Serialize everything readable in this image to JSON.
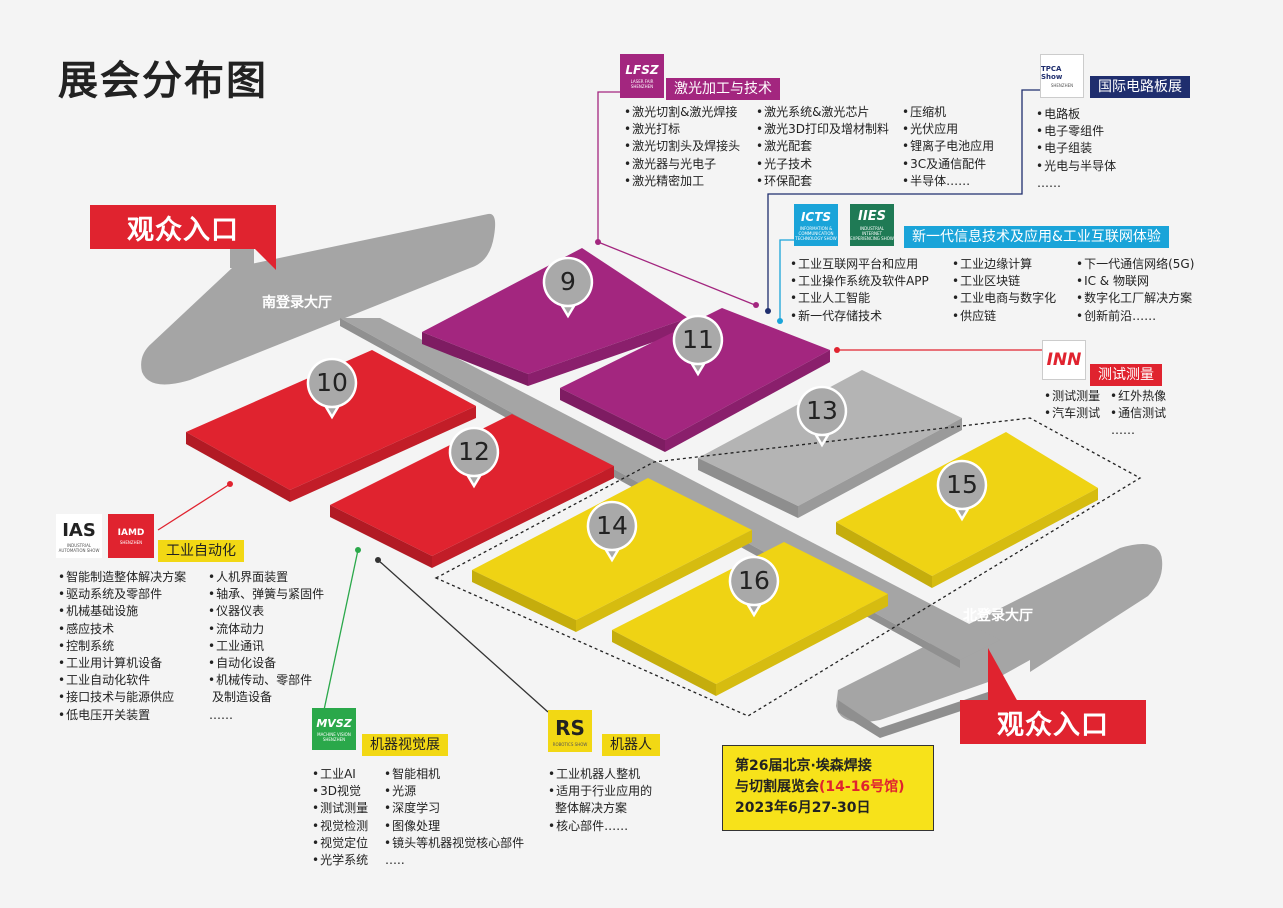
{
  "title": "展会分布图",
  "entrances": {
    "south": "观众入口",
    "north": "观众入口"
  },
  "lobbies": {
    "south": "南登录大厅",
    "north": "北登录大厅"
  },
  "halls": [
    {
      "number": "9",
      "color": "#a3267f"
    },
    {
      "number": "10",
      "color": "#e0232f"
    },
    {
      "number": "11",
      "color": "#a3267f"
    },
    {
      "number": "12",
      "color": "#e0232f"
    },
    {
      "number": "13",
      "color": "#b4b4b4"
    },
    {
      "number": "14",
      "color": "#efd314"
    },
    {
      "number": "15",
      "color": "#efd314"
    },
    {
      "number": "16",
      "color": "#efd314"
    }
  ],
  "zones": {
    "lfsz": {
      "logo": "LFSZ",
      "logo_sub": "LASER FAIR SHENZHEN",
      "label": "激光加工与技术",
      "col1": [
        "激光切割&激光焊接",
        "激光打标",
        "激光切割头及焊接头",
        "激光器与光电子",
        "激光精密加工"
      ],
      "col2": [
        "激光系统&激光芯片",
        "激光3D打印及增材制料",
        "激光配套",
        "光子技术",
        "环保配套"
      ],
      "col3": [
        "压缩机",
        "光伏应用",
        "锂离子电池应用",
        "3C及通信配件",
        "半导体……"
      ]
    },
    "tpca": {
      "logo": "TPCA Show",
      "logo_sub": "SHENZHEN",
      "label": "国际电路板展",
      "items": [
        "电路板",
        "电子零组件",
        "电子组装",
        "光电与半导体"
      ],
      "more": "……"
    },
    "icts": {
      "logo1": "ICTS",
      "logo1_sub": "INFORMATION & COMMUNICATION TECHNOLOGY SHOW",
      "logo2": "IIES",
      "logo2_sub": "INDUSTRIAL INTERNET EXPERIENCING SHOW",
      "label": "新一代信息技术及应用&工业互联网体验",
      "col1": [
        "工业互联网平台和应用",
        "工业操作系统及软件APP",
        "工业人工智能",
        "新一代存储技术"
      ],
      "col2": [
        "工业边缘计算",
        "工业区块链",
        "工业电商与数字化",
        "供应链"
      ],
      "col3": [
        "下一代通信网络(5G)",
        "IC & 物联网",
        "数字化工厂解决方案",
        "创新前沿……"
      ]
    },
    "inn": {
      "logo": "INN",
      "label": "测试测量",
      "col1": [
        "测试测量",
        "汽车测试"
      ],
      "col2": [
        "红外热像",
        "通信测试"
      ],
      "more": "……"
    },
    "ias": {
      "logo1": "IAS",
      "logo1_sub": "INDUSTRIAL AUTOMATION SHOW",
      "logo2": "IAMD",
      "logo2_sub": "SHENZHEN",
      "label": "工业自动化",
      "col1": [
        "智能制造整体解决方案",
        "驱动系统及零部件",
        "机械基础设施",
        "感应技术",
        "控制系统",
        "工业用计算机设备",
        "工业自动化软件",
        "接口技术与能源供应",
        "低电压开关装置"
      ],
      "col2": [
        "人机界面装置",
        "轴承、弹簧与紧固件",
        "仪器仪表",
        "流体动力",
        "工业通讯",
        "自动化设备",
        "机械传动、零部件"
      ],
      "col2_cont": "及制造设备",
      "more": "……"
    },
    "mvsz": {
      "logo": "MVSZ",
      "logo_sub": "MACHINE VISION SHENZHEN",
      "label": "机器视觉展",
      "col1": [
        "工业AI",
        "3D视觉",
        "测试测量",
        "视觉检测",
        "视觉定位",
        "光学系统"
      ],
      "col2": [
        "智能相机",
        "光源",
        "深度学习",
        "图像处理",
        "镜头等机器视觉核心部件"
      ],
      "more": "….."
    },
    "rs": {
      "logo": "RS",
      "logo_sub": "ROBOTICS SHOW",
      "label": "机器人",
      "items": [
        "工业机器人整机",
        "适用于行业应用的",
        "整体解决方案",
        "核心部件……"
      ]
    }
  },
  "event": {
    "line1": "第26届北京·埃森焊接",
    "line2_a": "与切割展览会",
    "line2_b": "(14-16号馆)",
    "line3": "2023年6月27-30日"
  },
  "colors": {
    "red": "#e0232f",
    "purple": "#a3267f",
    "yellow": "#efd314",
    "gray": "#a9a9a9",
    "navy": "#1f2e6e",
    "cyan": "#1aa4d9",
    "green": "#2aa84a"
  }
}
